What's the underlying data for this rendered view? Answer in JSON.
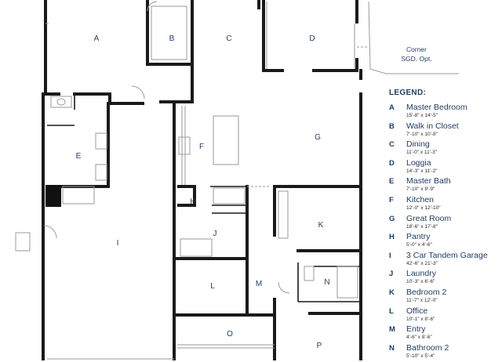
{
  "rooms": {
    "A": "A",
    "B": "B",
    "C": "C",
    "D": "D",
    "E": "E",
    "F": "F",
    "G": "G",
    "H": "H",
    "I": "I",
    "J": "J",
    "K": "K",
    "L": "L",
    "M": "M",
    "N": "N",
    "O": "O",
    "P": "P"
  },
  "corner_note": {
    "line1": "Corner",
    "line2": "SGD. Opt."
  },
  "legend": {
    "title": "LEGEND:",
    "items": [
      {
        "letter": "A",
        "name": "Master Bedroom",
        "dims": "15'-8\" x 14'-5\""
      },
      {
        "letter": "B",
        "name": "Walk in Closet",
        "dims": "7'-10\" x 10'-8\""
      },
      {
        "letter": "C",
        "name": "Dining",
        "dims": "11'-0\" x 11'-3\""
      },
      {
        "letter": "D",
        "name": "Loggia",
        "dims": "14'-3\" x 11'-2\""
      },
      {
        "letter": "E",
        "name": "Master Bath",
        "dims": "7'-10\" x 9'-9\""
      },
      {
        "letter": "F",
        "name": "Kitchen",
        "dims": "12'-0\" x 12'-10\""
      },
      {
        "letter": "G",
        "name": "Great Room",
        "dims": "18'-6\" x 17'-8\""
      },
      {
        "letter": "H",
        "name": "Pantry",
        "dims": "5'-0\" x 4'-6\""
      },
      {
        "letter": "I",
        "name": "3 Car Tandem Garage",
        "dims": "42'-6\" x 21'-3\""
      },
      {
        "letter": "J",
        "name": "Laundry",
        "dims": "10'-3\" x 6'-6\""
      },
      {
        "letter": "K",
        "name": "Bedroom 2",
        "dims": "11'-7\" x 12'-0\""
      },
      {
        "letter": "L",
        "name": "Office",
        "dims": "10'-1\" x 8'-6\""
      },
      {
        "letter": "M",
        "name": "Entry",
        "dims": "4'-6\" x 8'-6\""
      },
      {
        "letter": "N",
        "name": "Bathroom 2",
        "dims": "5'-10\" x 5'-4\""
      }
    ]
  },
  "colors": {
    "wall": "#1a1a1a",
    "label": "#1f3a5f",
    "fixture": "#9a9a9a"
  }
}
